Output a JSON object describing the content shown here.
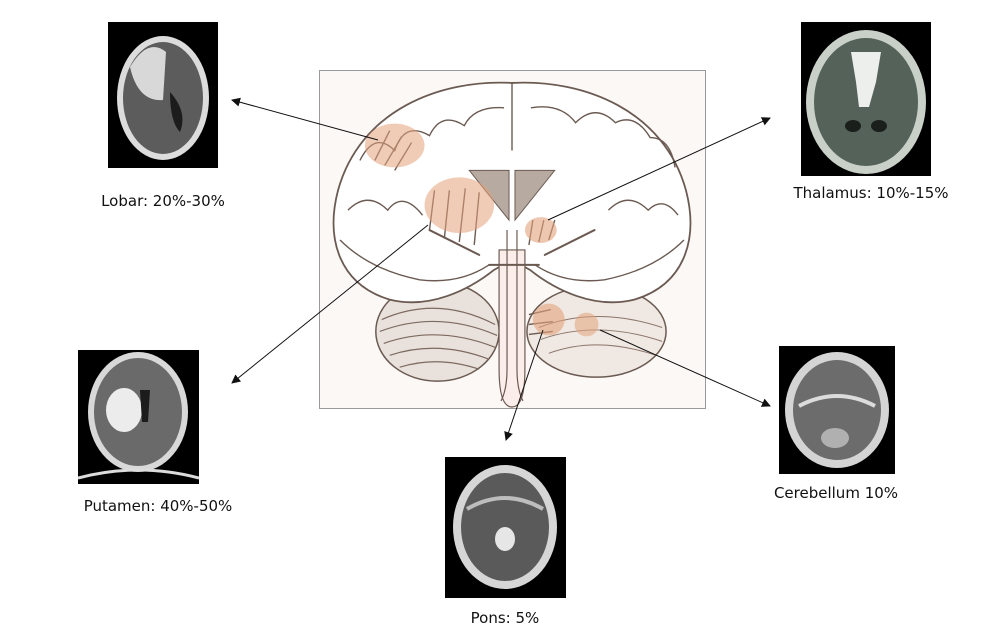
{
  "regions": [
    {
      "id": "lobar",
      "label": "Lobar: 20%-30%"
    },
    {
      "id": "thalamus",
      "label": "Thalamus: 10%-15%"
    },
    {
      "id": "putamen",
      "label": "Putamen: 40%-50%"
    },
    {
      "id": "cerebellum",
      "label": "Cerebellum 10%"
    },
    {
      "id": "pons",
      "label": "Pons: 5%"
    }
  ],
  "colors": {
    "hemorrhage": "#e3a27c",
    "vessel": "#f0d6d3",
    "vessel_stroke": "#6b5a52",
    "ventricle": "#b6aaa1",
    "arrow": "#111111"
  }
}
